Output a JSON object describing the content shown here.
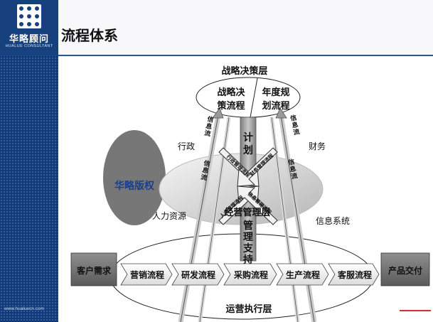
{
  "sidebar": {
    "brand_cn": "华略顾问",
    "brand_en": "HUALUE CONSULTANT",
    "website": "www.hualuecn.com"
  },
  "slide": {
    "title": "流程体系"
  },
  "diagram": {
    "top_layer_label": "战略决策层",
    "top_left_lines": [
      "战略决",
      "策流程"
    ],
    "top_right_lines": [
      "年度规",
      "划流程"
    ],
    "plan_chars": [
      "计",
      "划"
    ],
    "info_flow_chars": [
      "信",
      "息",
      "流"
    ],
    "mgmt_support_chars": [
      "管",
      "理",
      "支",
      "持"
    ],
    "left_labels": {
      "admin": "行政",
      "hr": "人力资源"
    },
    "right_labels": {
      "finance": "财务",
      "info_system": "信息系统"
    },
    "copyright": "华略版权",
    "middle_layer_label": "经营管理层",
    "arrow_texts": {
      "upper_left": "行政管理流程",
      "upper_right": "财务管理流程",
      "lower_left": "人力管理流程",
      "lower_right": "信息管理流程"
    },
    "bottom_layer_label": "运营执行层",
    "bottom_process": [
      "客户需求",
      "营销流程",
      "研发流程",
      "采购流程",
      "生产流程",
      "客服流程",
      "产品交付"
    ]
  }
}
